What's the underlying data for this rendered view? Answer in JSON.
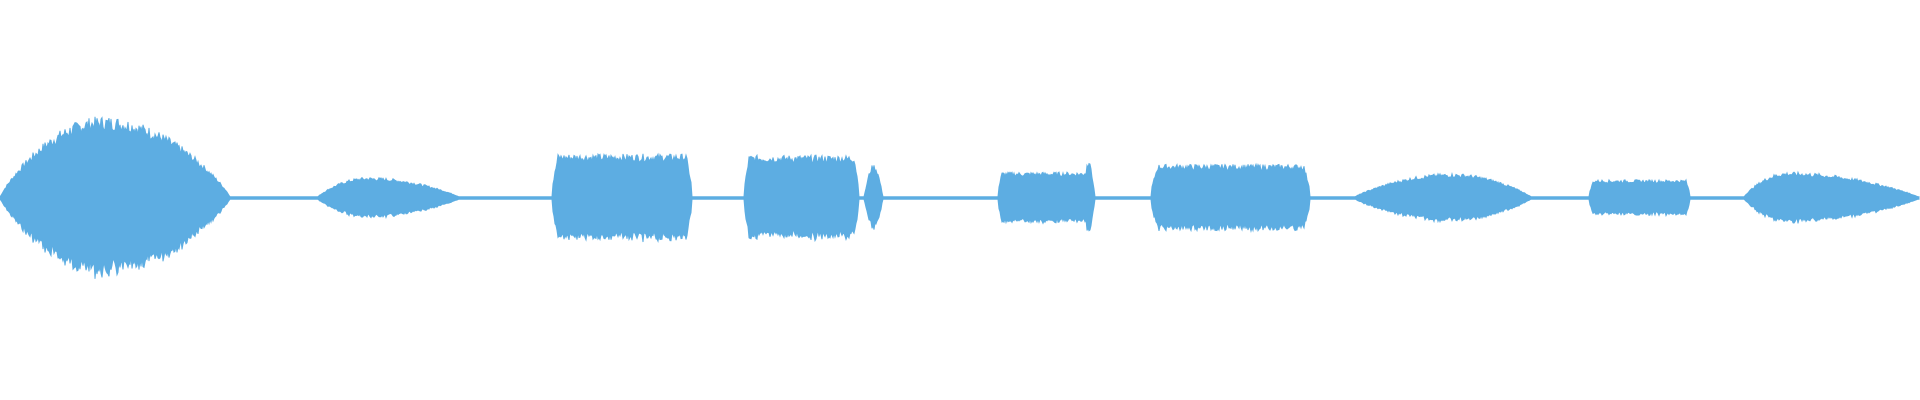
{
  "waveform": {
    "color": "#5dade2",
    "background": "#ffffff",
    "baseline_amplitude": 0.01,
    "segments": [
      {
        "start": 0.0,
        "end": 0.12,
        "shape": "swell",
        "peak": 0.63,
        "peak_at": 0.45
      },
      {
        "start": 0.165,
        "end": 0.24,
        "shape": "swell",
        "peak": 0.16,
        "peak_at": 0.35
      },
      {
        "start": 0.288,
        "end": 0.36,
        "shape": "block",
        "peak": 0.34
      },
      {
        "start": 0.388,
        "end": 0.447,
        "shape": "block",
        "peak": 0.33
      },
      {
        "start": 0.45,
        "end": 0.46,
        "shape": "spike",
        "peak": 0.26
      },
      {
        "start": 0.52,
        "end": 0.57,
        "shape": "block",
        "peak": 0.2
      },
      {
        "start": 0.564,
        "end": 0.57,
        "shape": "spike",
        "peak": 0.28
      },
      {
        "start": 0.6,
        "end": 0.682,
        "shape": "block",
        "peak": 0.26
      },
      {
        "start": 0.705,
        "end": 0.798,
        "shape": "swell",
        "peak": 0.19,
        "peak_at": 0.55
      },
      {
        "start": 0.828,
        "end": 0.88,
        "shape": "block",
        "peak": 0.14
      },
      {
        "start": 0.908,
        "end": 1.0,
        "shape": "swell",
        "peak": 0.2,
        "peak_at": 0.25
      }
    ]
  }
}
